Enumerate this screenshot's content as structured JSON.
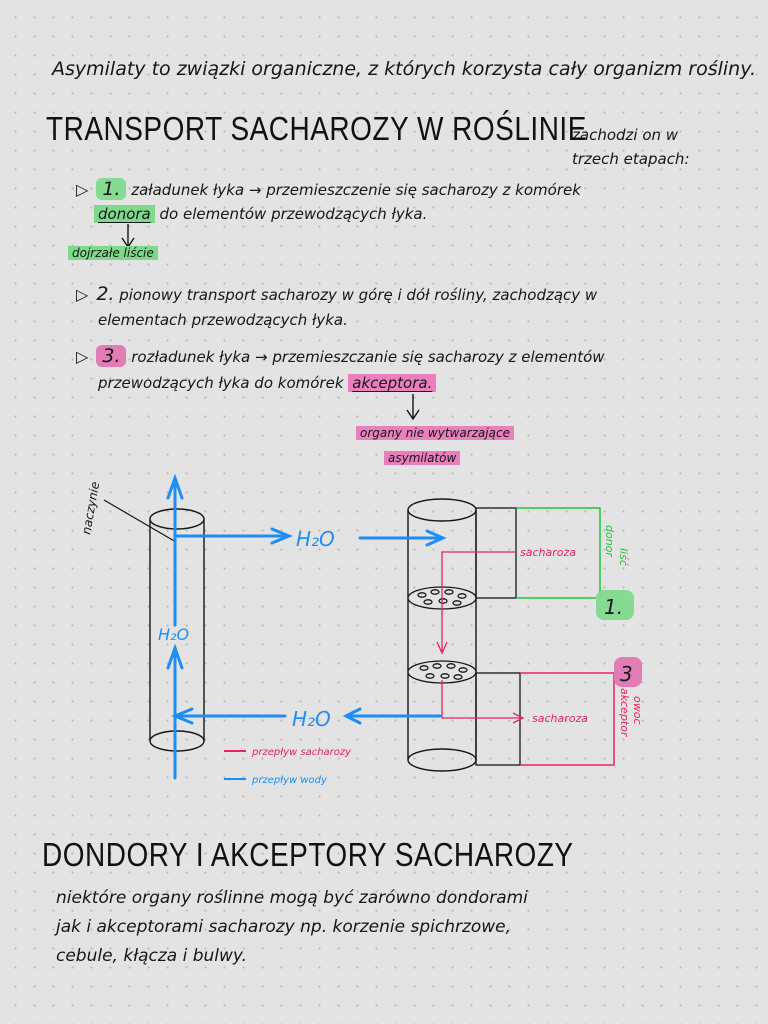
{
  "intro": "Asymilaty to związki organiczne, z których korzysta cały organizm rośliny.",
  "section1": {
    "title": "TRANSPORT SACHAROZY W ROŚLINIE",
    "side_note_line1": "zachodzi on w",
    "side_note_line2": "trzech etapach:",
    "steps": [
      {
        "marker": "▷",
        "num": "1.",
        "name": "załadunek łyka",
        "arrow": "→",
        "desc_line1": "przemieszczenie się sacharozy z komórek",
        "highlight": "donora",
        "desc_line2_rest": "do elementów przewodzących łyka."
      },
      {
        "marker": "▷",
        "num": "2.",
        "desc_line1": "pionowy transport sacharozy w górę i dół rośliny, zachodzący w",
        "desc_line2": "elementach przewodzących łyka."
      },
      {
        "marker": "▷",
        "num": "3.",
        "name": "rozładunek łyka",
        "arrow": "→",
        "desc_line1": "przemieszczanie się sacharozy z elementów",
        "desc_line2_start": "przewodzących łyka do komórek",
        "highlight": "akceptora."
      }
    ],
    "donor_note": "dojrzałe liście",
    "acceptor_note_line1": "organy nie wytwarzające",
    "acceptor_note_line2": "asymilatów"
  },
  "diagram": {
    "naczynie_label": "naczynie",
    "h2o_top": "H₂O",
    "h2o_left": "H₂O",
    "h2o_bottom": "H₂O",
    "sacharoza_top": "sacharoza",
    "sacharoza_bottom": "sacharoza",
    "donor_label_line1": "donor",
    "donor_label_line2": "liść",
    "donor_num": "1.",
    "acceptor_label_line1": "akceptor",
    "acceptor_label_line2": "owoc",
    "acceptor_num": "3",
    "legend": [
      {
        "label": "przepływ sacharozy",
        "color": "#e8245e"
      },
      {
        "label": "przepływ wody",
        "color": "#1e8ef5"
      }
    ]
  },
  "section2": {
    "title": "DONDORY I AKCEPTORY SACHAROZY",
    "line1": "niektóre organy roślinne mogą być zarówno dondorami",
    "line2": "jak i akceptorami sacharozy  np. korzenie spichrzowe,",
    "line3": "cebule, kłącza i bulwy."
  },
  "colors": {
    "water": "#1e8ef5",
    "sucrose": "#e8245e",
    "donor": "#22c43a",
    "highlight_green": "#7fd98a",
    "highlight_pink": "#e97fbd"
  }
}
